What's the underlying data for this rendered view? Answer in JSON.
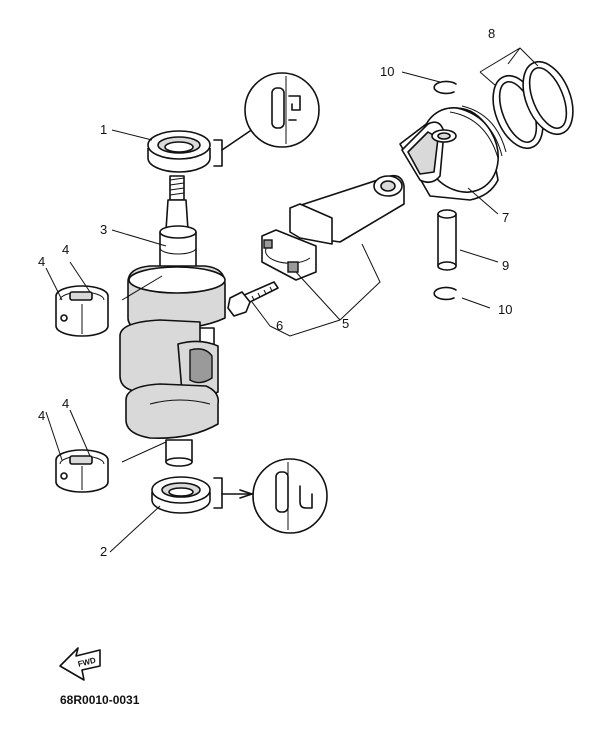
{
  "callouts": [
    {
      "id": "1",
      "text": "1"
    },
    {
      "id": "2",
      "text": "2"
    },
    {
      "id": "3",
      "text": "3"
    },
    {
      "id": "4a",
      "text": "4"
    },
    {
      "id": "4b",
      "text": "4"
    },
    {
      "id": "4c",
      "text": "4"
    },
    {
      "id": "4d",
      "text": "4"
    },
    {
      "id": "5",
      "text": "5"
    },
    {
      "id": "6",
      "text": "6"
    },
    {
      "id": "7",
      "text": "7"
    },
    {
      "id": "8",
      "text": "8"
    },
    {
      "id": "9",
      "text": "9"
    },
    {
      "id": "10a",
      "text": "10"
    },
    {
      "id": "10b",
      "text": "10"
    }
  ],
  "fwd_label": "FWD",
  "diagram_code": "68R0010-0031"
}
